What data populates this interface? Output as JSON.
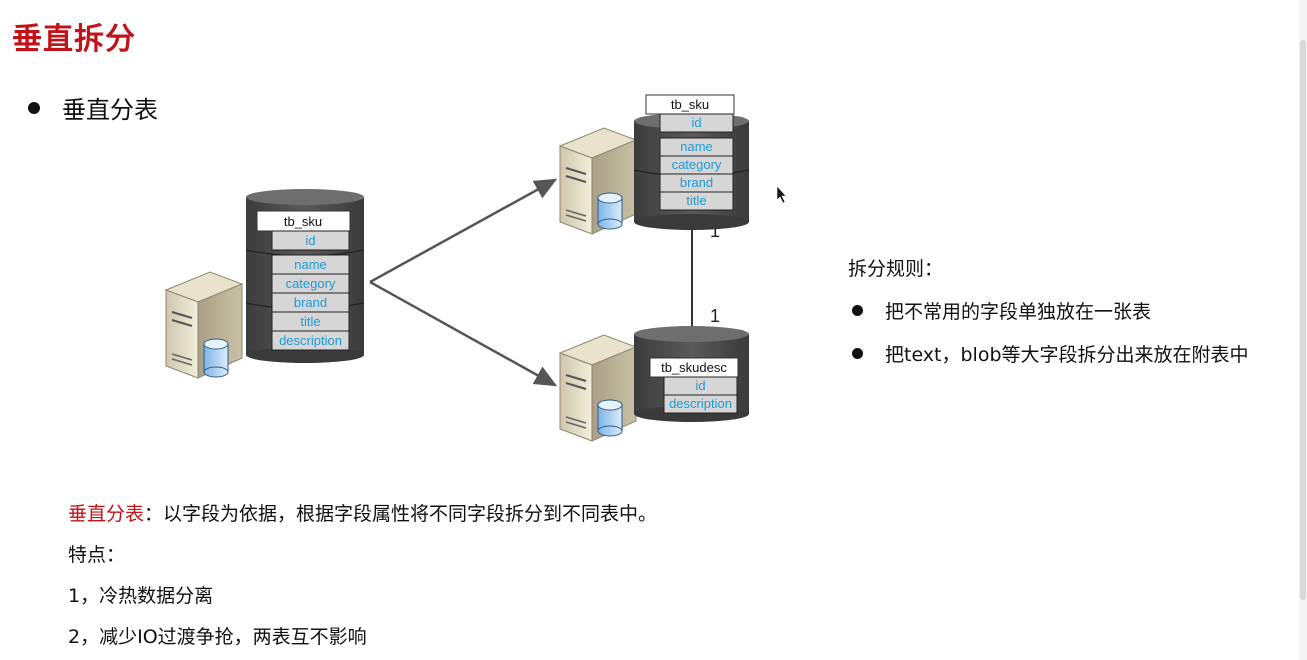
{
  "page": {
    "title": "垂直拆分",
    "bullet": "垂直分表"
  },
  "diagram": {
    "source_table": {
      "name": "tb_sku",
      "fields": [
        "id",
        "name",
        "category",
        "brand",
        "title",
        "description"
      ]
    },
    "target_table_1": {
      "name": "tb_sku",
      "fields": [
        "id",
        "name",
        "category",
        "brand",
        "title"
      ]
    },
    "target_table_2": {
      "name": "tb_skudesc",
      "fields": [
        "id",
        "description"
      ]
    },
    "relation": {
      "left_label": "1",
      "right_label": "1"
    },
    "colors": {
      "field_text": "#1e9bd7",
      "field_bg": "#d6d6d6",
      "cylinder": "#4a4a4a"
    }
  },
  "rules": {
    "heading": "拆分规则：",
    "items": [
      "把不常用的字段单独放在一张表",
      "把text，blob等大字段拆分出来放在附表中"
    ]
  },
  "description": {
    "label": "垂直分表",
    "text": "：以字段为依据，根据字段属性将不同字段拆分到不同表中。",
    "features_title": "特点：",
    "features": [
      "1，冷热数据分离",
      "2，减少IO过渡争抢，两表互不影响"
    ]
  }
}
